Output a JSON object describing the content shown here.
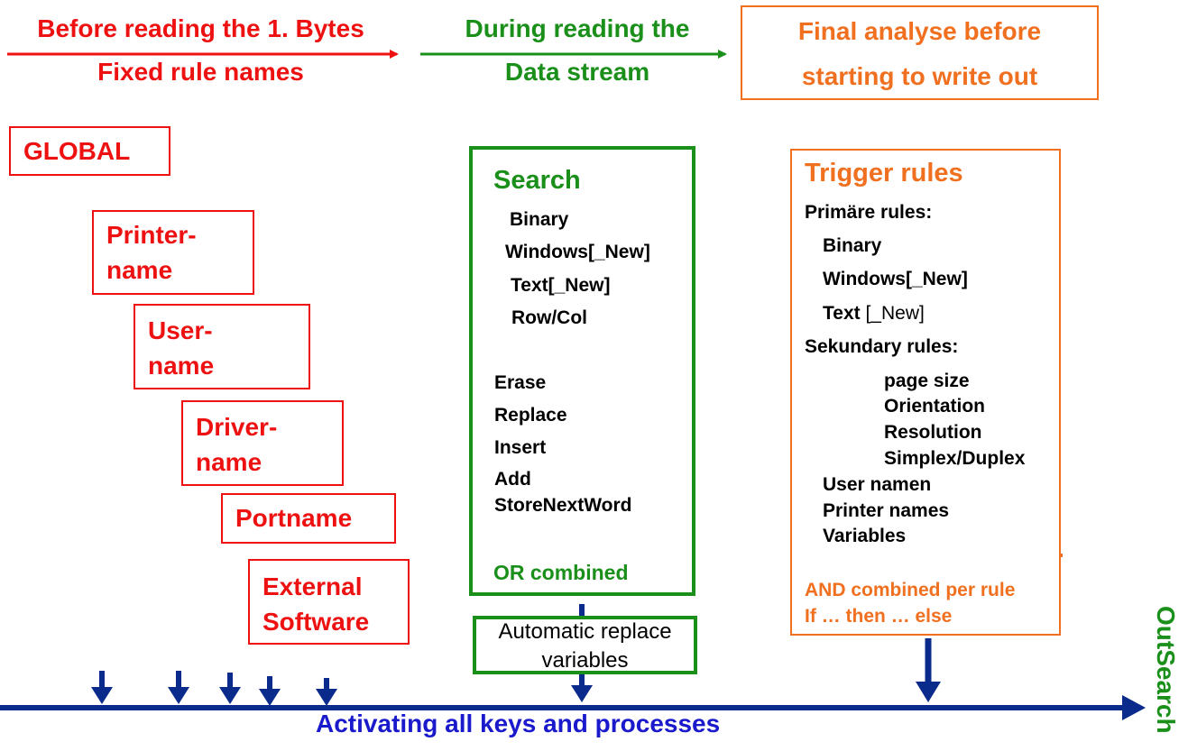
{
  "headers": {
    "before": [
      "Before reading the 1. Bytes",
      "Fixed rule names"
    ],
    "during": [
      "During reading the",
      "Data stream"
    ],
    "final": [
      "Final analyse before",
      "starting to write out"
    ]
  },
  "fixed_rules": [
    "GLOBAL",
    "Printer-name",
    "User-name",
    "Driver-name",
    "Portname",
    "External Software"
  ],
  "fixed_rules_lines": {
    "global": "GLOBAL",
    "printer": [
      "Printer-",
      "name"
    ],
    "user": [
      "User-",
      "name"
    ],
    "driver": [
      "Driver-",
      "name"
    ],
    "port": "Portname",
    "external": [
      "External",
      "Software"
    ]
  },
  "search_box": {
    "title": "Search",
    "search_items": [
      "Binary",
      "Windows[_New]",
      "Text[_New]",
      "Row/Col"
    ],
    "action_items": [
      "Erase",
      "Replace",
      "Insert",
      "Add",
      "StoreNextWord"
    ],
    "footer": "OR combined"
  },
  "auto_replace": [
    "Automatic replace",
    "variables"
  ],
  "trigger_box": {
    "title": "Trigger rules",
    "primary_label": "Primäre rules:",
    "primary_items": [
      "Binary",
      "Windows[_New]"
    ],
    "text_item_bold": "Text",
    "text_item_normal": " [_New]",
    "secondary_label": "Sekundary rules:",
    "secondary_items": [
      "page size",
      "Orientation",
      "Resolution",
      "Simplex/Duplex"
    ],
    "other_items": [
      "User namen",
      "Printer names",
      "Variables"
    ],
    "footer": [
      "AND combined per rule",
      "If … then … else"
    ]
  },
  "timeline_label": "Activating all keys and processes",
  "outsearch_label": "OutSearch",
  "colors": {
    "red": "#ee1111",
    "green": "#1a8f1a",
    "orange": "#f07020",
    "blue": "#0a2a8c",
    "text_blue": "#1a1acc"
  }
}
